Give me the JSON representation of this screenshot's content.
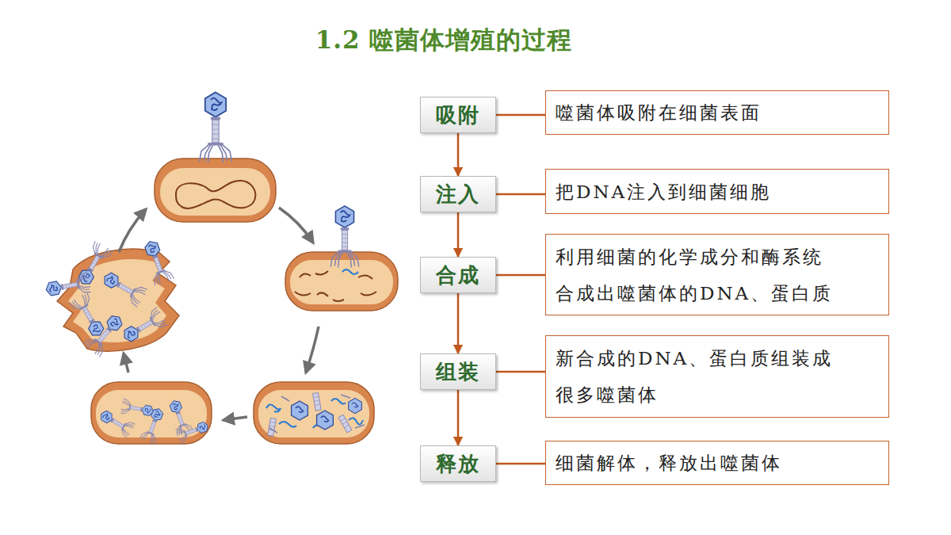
{
  "diagram": {
    "title": "1.2 噬菌体增殖的过程",
    "nodes": [
      {
        "text": [
          "吸附"
        ]
      },
      {
        "text": [
          "噬菌体吸附在细菌表面"
        ]
      },
      {
        "text": [
          "注入"
        ]
      },
      {
        "text": [
          "把DNA注入到细菌细胞"
        ]
      },
      {
        "text": [
          "合成"
        ]
      },
      {
        "text": [
          "利用细菌的化学成分和酶系统 合成出噬菌体的DNA、蛋白质"
        ]
      },
      {
        "text": [
          "组装"
        ]
      },
      {
        "text": [
          "新合成的DNA、蛋白质组装成 很多噬菌体"
        ]
      },
      {
        "text": [
          "释放"
        ]
      },
      {
        "text": [
          "细菌解体，释放出噬菌体"
        ]
      }
    ],
    "edges": [
      {
        "from": 0,
        "to": 2,
        "arrow": "to"
      },
      {
        "from": 2,
        "to": 4,
        "arrow": "to"
      },
      {
        "from": 4,
        "to": 6,
        "arrow": "to"
      },
      {
        "from": 6,
        "to": 8,
        "arrow": "to"
      },
      {
        "from": 0,
        "to": 1,
        "arrow": "none"
      },
      {
        "from": 2,
        "to": 3,
        "arrow": "none"
      },
      {
        "from": 4,
        "to": 5,
        "arrow": "none"
      },
      {
        "from": 6,
        "to": 7,
        "arrow": "none"
      },
      {
        "from": 8,
        "to": 9,
        "arrow": "none"
      }
    ]
  }
}
